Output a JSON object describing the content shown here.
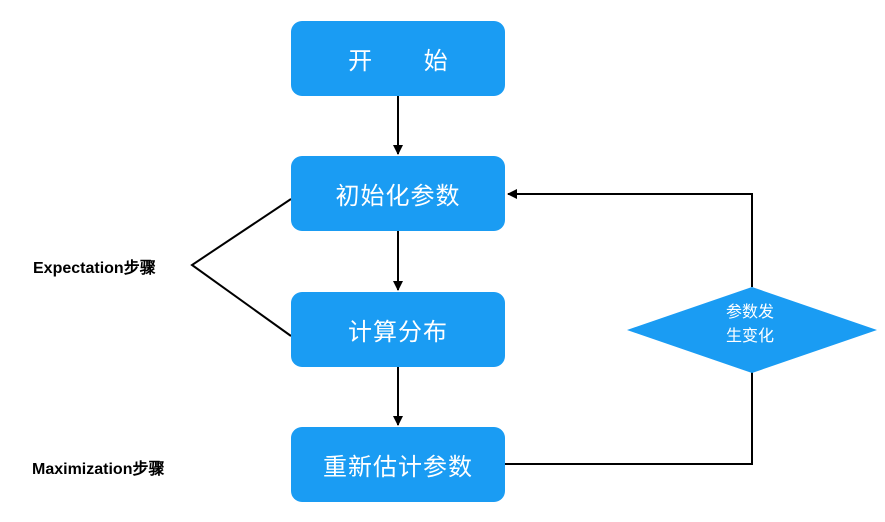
{
  "nodes": {
    "start": "开 始",
    "init_params": "初始化参数",
    "compute_distribution": "计算分布",
    "reestimate_params": "重新估计参数"
  },
  "decision": {
    "line1": "参数发",
    "line2": "生变化"
  },
  "labels": {
    "expectation": "Expectation步骤",
    "maximization": "Maximization步骤"
  },
  "colors": {
    "node_fill": "#1a9cf3",
    "node_text": "#ffffff",
    "line": "#000000"
  }
}
